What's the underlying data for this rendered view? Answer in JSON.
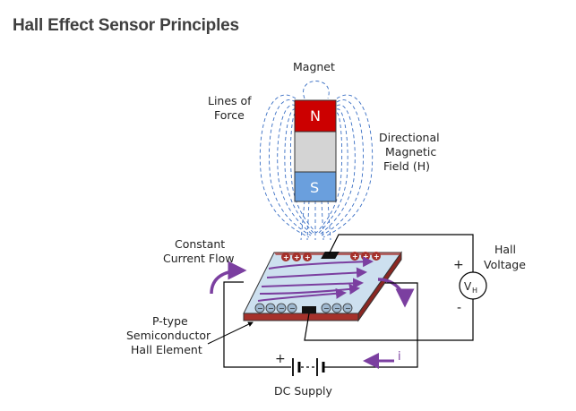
{
  "page": {
    "title": "Hall Effect Sensor Principles"
  },
  "labels": {
    "magnet": "Magnet",
    "lines_of_force": [
      "Lines of",
      "Force"
    ],
    "directional_field": [
      "Directional",
      "Magnetic",
      "Field (H)"
    ],
    "north": "N",
    "south": "S",
    "constant_current": [
      "Constant",
      "Current Flow"
    ],
    "hall_voltage": [
      "Hall",
      "Voltage"
    ],
    "vh_symbol": "V",
    "vh_subscript": "H",
    "plus_hall": "+",
    "minus_hall": "-",
    "hall_element": [
      "P-type",
      "Semiconductor",
      "Hall Element"
    ],
    "supply_plus": "+",
    "current_i": "i",
    "dc_supply": "DC Supply"
  },
  "colors": {
    "north": "#cc0000",
    "south": "#6a9fdd",
    "magnet_middle": "#d4d4d4",
    "field_lines": "#3a6fc4",
    "plate_top": "#cde0ef",
    "plate_edge": "#a5312b",
    "current_arrows": "#7b3fa0",
    "wires": "#000000"
  }
}
